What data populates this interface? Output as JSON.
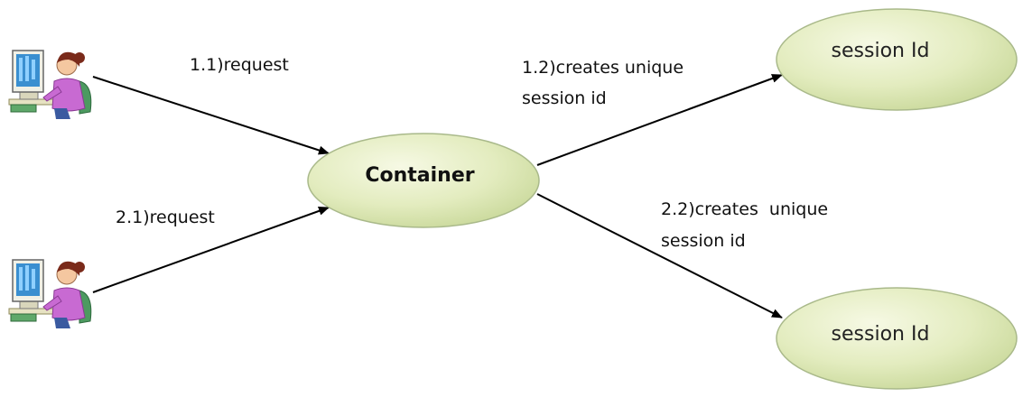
{
  "diagram": {
    "nodes": {
      "container": {
        "label": "Container"
      },
      "session_top": {
        "label": "session Id"
      },
      "session_bottom": {
        "label": "session Id"
      }
    },
    "edges": {
      "request_1": {
        "label": "1.1)request"
      },
      "request_2": {
        "label": "2.1)request"
      },
      "creates_1": {
        "line1": "1.2)creates unique",
        "line2": "session id"
      },
      "creates_2": {
        "line1": "2.2)creates  unique",
        "line2": "session id"
      }
    },
    "clients": [
      {
        "icon": "user-at-computer-icon"
      },
      {
        "icon": "user-at-computer-icon"
      }
    ]
  },
  "colors": {
    "ellipse_fill_light": "#f3f7dd",
    "ellipse_fill_dark": "#c9d99a",
    "ellipse_stroke": "#a9b98a",
    "arrow": "#000000",
    "person_shirt": "#c86ad2",
    "person_hair": "#7a2a1a",
    "monitor": "#3a8fd0"
  }
}
